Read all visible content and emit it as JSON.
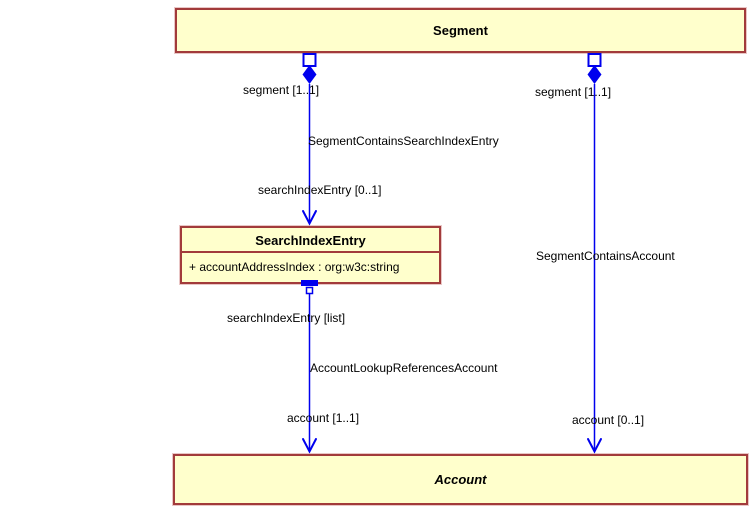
{
  "diagram": {
    "kind": "uml-class-diagram",
    "classes": {
      "segment": {
        "name": "Segment"
      },
      "search_index_entry": {
        "name": "SearchIndexEntry",
        "attributes": [
          "+ accountAddressIndex : org:w3c:string"
        ]
      },
      "account": {
        "name": "Account",
        "abstract": true
      }
    },
    "associations": {
      "segment_contains_search_index_entry": {
        "name": "SegmentContainsSearchIndexEntry",
        "source_role": "segment [1..1]",
        "target_role": "searchIndexEntry [0..1]"
      },
      "segment_contains_account": {
        "name": "SegmentContainsAccount",
        "source_role": "segment [1..1]",
        "target_role": "account [0..1]"
      },
      "account_lookup_references_account": {
        "name": "AccountLookupReferencesAccount",
        "source_role": "searchIndexEntry [list]",
        "target_role": "account [1..1]"
      }
    },
    "colors": {
      "class_fill": "#ffffcc",
      "class_border": "#a23b3b",
      "connector": "#0000ee",
      "text": "#000000",
      "background": "#ffffff"
    }
  }
}
